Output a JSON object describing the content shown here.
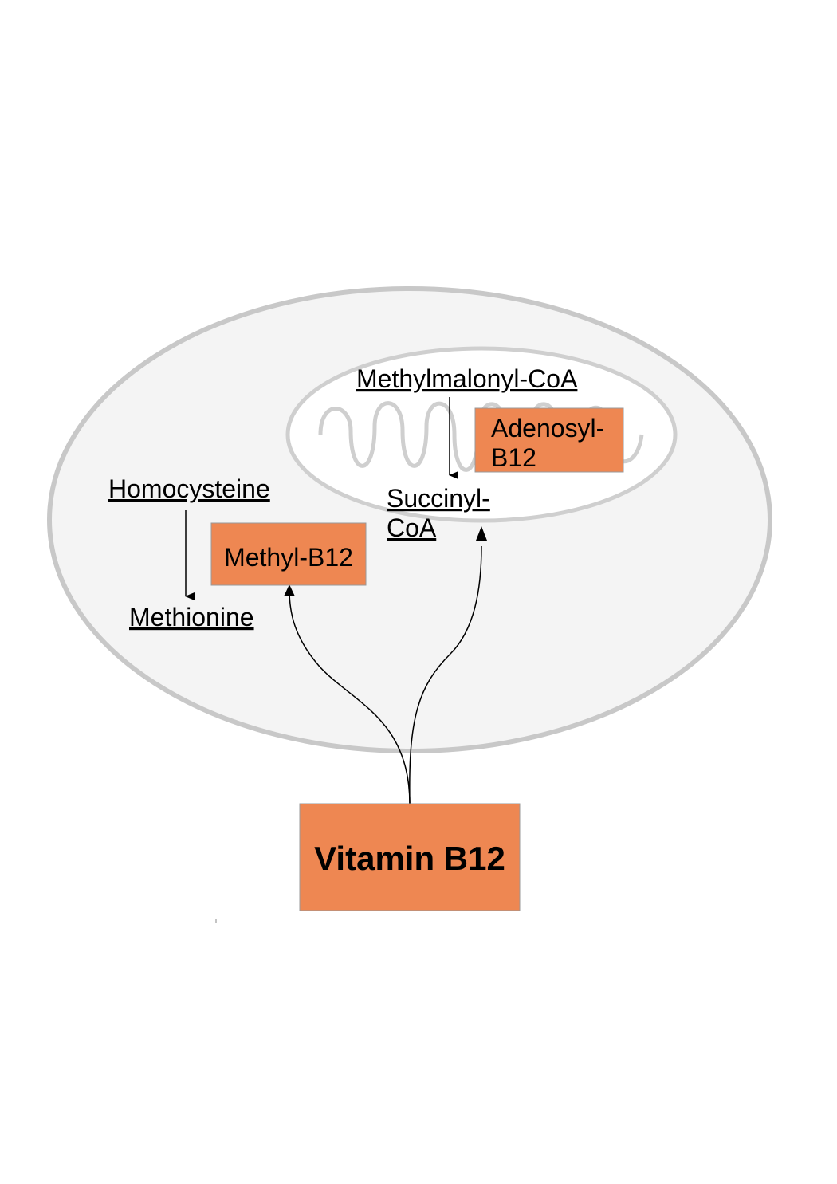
{
  "labels": {
    "homocysteine": "Homocysteine",
    "methionine": "Methionine",
    "methylmalonyl_coa": "Methylmalonyl-CoA",
    "succinyl_coa_line1": "Succinyl-",
    "succinyl_coa_line2": "CoA"
  },
  "boxes": {
    "methyl_b12": "Methyl-B12",
    "adenosyl_b12_line1": "Adenosyl-",
    "adenosyl_b12_line2": "B12",
    "vitamin_b12": "Vitamin B12"
  },
  "colors": {
    "box_fill": "#ee8752",
    "box_stroke": "#999999",
    "cell_fill": "#f4f4f4",
    "cell_stroke": "#c8c8c8",
    "mito_stroke": "#cfcfcf",
    "arrow": "#000000"
  }
}
